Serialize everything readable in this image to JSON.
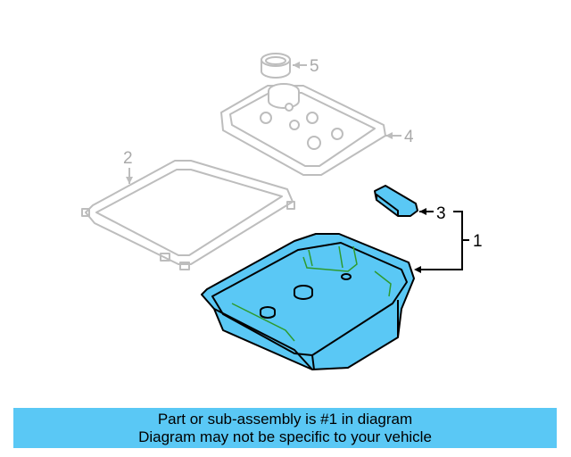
{
  "diagram": {
    "callouts": [
      {
        "id": "5",
        "label": "5",
        "highlighted": false
      },
      {
        "id": "4",
        "label": "4",
        "highlighted": false
      },
      {
        "id": "2",
        "label": "2",
        "highlighted": false
      },
      {
        "id": "3",
        "label": "3",
        "highlighted": true
      },
      {
        "id": "1",
        "label": "1",
        "highlighted": true
      }
    ],
    "colors": {
      "highlight": "#5ac8f5",
      "faded_line": "#bdbdbd",
      "dark_line": "#000000",
      "pan_inner": "#2e9b2e"
    },
    "highlighted_part": "1"
  },
  "banner": {
    "line1": "Part or sub-assembly is #1 in diagram",
    "line2": "Diagram may not be specific to your vehicle",
    "color": "#5ac8f5"
  }
}
